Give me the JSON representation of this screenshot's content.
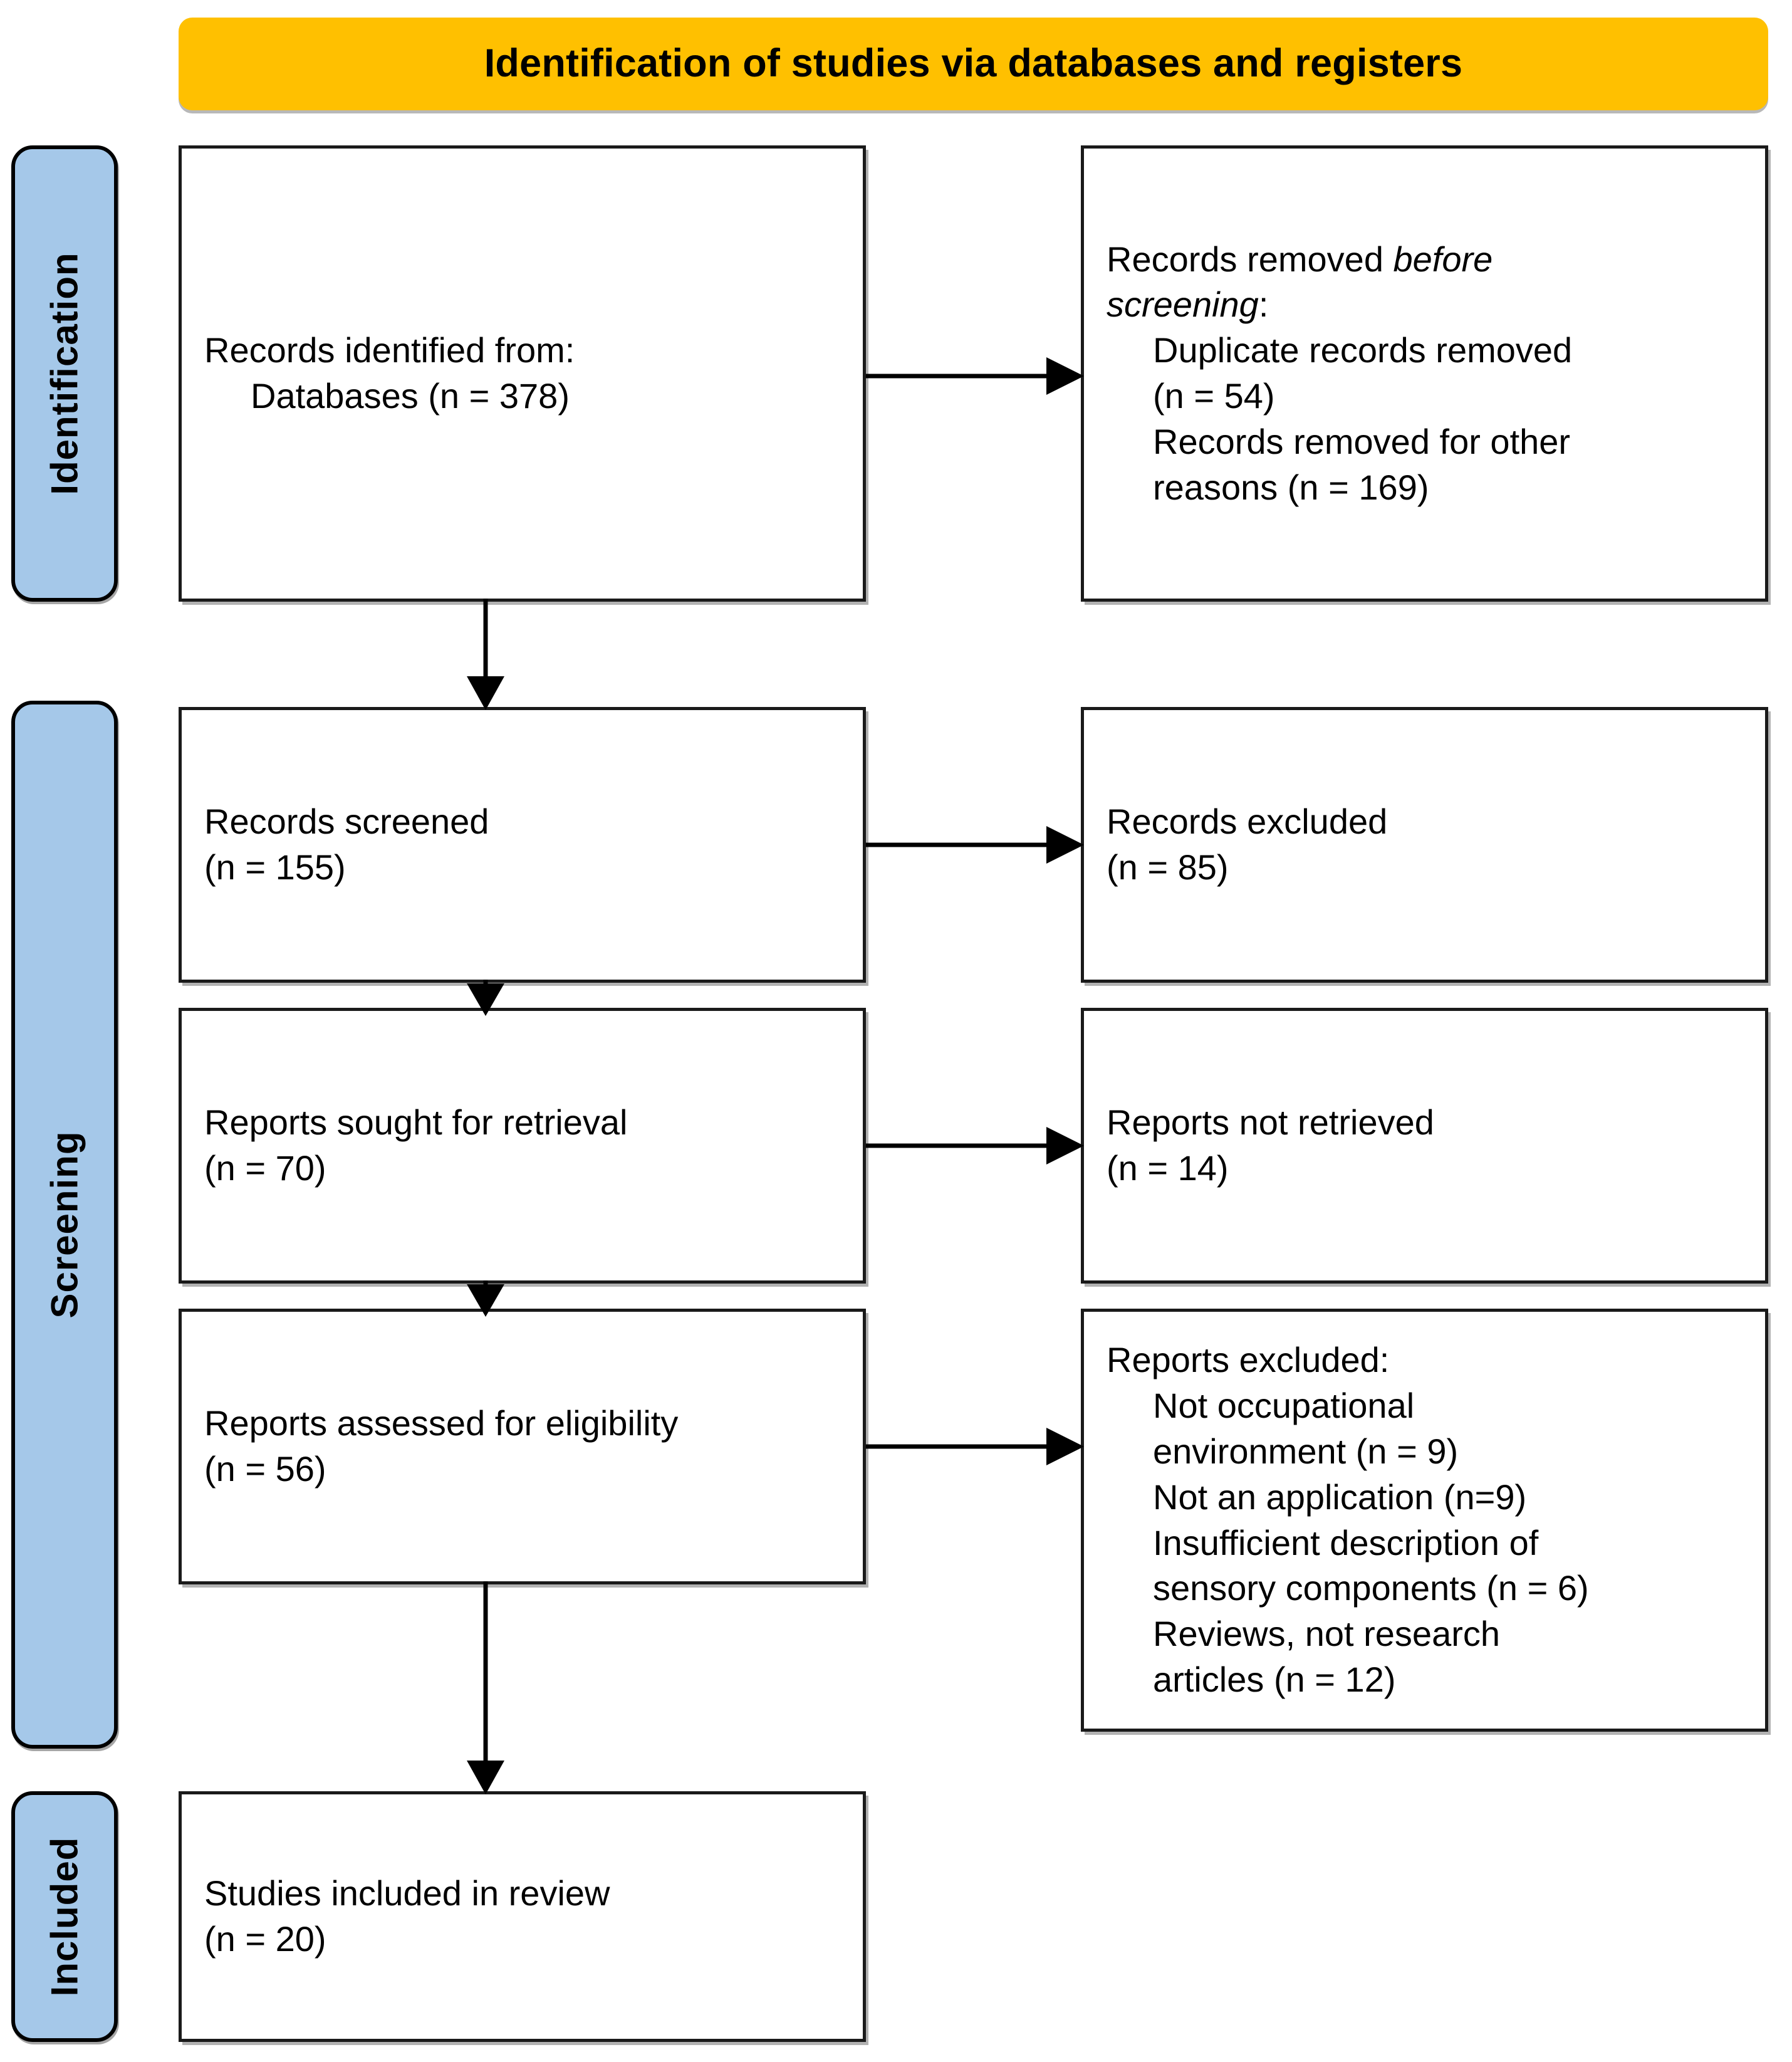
{
  "header": {
    "title": "Identification of studies via databases and registers",
    "accent_color": "#FFC000"
  },
  "stages": {
    "stage_color": "#A5C8E9",
    "items": [
      {
        "id": "identification",
        "label": "Identification"
      },
      {
        "id": "screening",
        "label": "Screening"
      },
      {
        "id": "included",
        "label": "Included"
      }
    ]
  },
  "boxes": {
    "identified": {
      "line1": "Records identified from:",
      "line2": "Databases (n = 378)"
    },
    "removed_before_screening": {
      "line1_prefix": "Records removed ",
      "line1_italic": "before",
      "line2_italic": "screening",
      "line2_suffix": ":",
      "item1_a": "Duplicate records removed",
      "item1_b": "(n = 54)",
      "item2_a": "Records removed for other",
      "item2_b": "reasons (n = 169)"
    },
    "screened": {
      "line1": "Records screened",
      "line2": "(n = 155)"
    },
    "excluded": {
      "line1": "Records excluded",
      "line2": "(n = 85)"
    },
    "sought": {
      "line1": "Reports sought for retrieval",
      "line2": "(n = 70)"
    },
    "not_retrieved": {
      "line1": "Reports not retrieved",
      "line2": "(n = 14)"
    },
    "assessed": {
      "line1": "Reports assessed for eligibility",
      "line2": "(n = 56)"
    },
    "reports_excluded": {
      "heading": "Reports excluded:",
      "item1_a": "Not occupational",
      "item1_b": "environment (n = 9)",
      "item2": "Not an application (n=9)",
      "item3_a": "Insufficient description of",
      "item3_b": "sensory components (n = 6)",
      "item4_a": "Reviews, not research",
      "item4_b": "articles (n = 12)"
    },
    "studies_included": {
      "line1": "Studies included in review",
      "line2": "(n = 20)"
    }
  },
  "flow_data": {
    "type": "prisma-flow-diagram",
    "title": "Identification of studies via databases and registers",
    "nodes": [
      {
        "id": "identified",
        "stage": "Identification",
        "column": "left",
        "label": "Records identified from: Databases",
        "n": 378
      },
      {
        "id": "removed_before_screening",
        "stage": "Identification",
        "column": "right",
        "label": "Records removed before screening",
        "children": [
          {
            "label": "Duplicate records removed",
            "n": 54
          },
          {
            "label": "Records removed for other reasons",
            "n": 169
          }
        ]
      },
      {
        "id": "screened",
        "stage": "Screening",
        "column": "left",
        "label": "Records screened",
        "n": 155
      },
      {
        "id": "excluded",
        "stage": "Screening",
        "column": "right",
        "label": "Records excluded",
        "n": 85
      },
      {
        "id": "sought",
        "stage": "Screening",
        "column": "left",
        "label": "Reports sought for retrieval",
        "n": 70
      },
      {
        "id": "not_retrieved",
        "stage": "Screening",
        "column": "right",
        "label": "Reports not retrieved",
        "n": 14
      },
      {
        "id": "assessed",
        "stage": "Screening",
        "column": "left",
        "label": "Reports assessed for eligibility",
        "n": 56
      },
      {
        "id": "reports_excluded",
        "stage": "Screening",
        "column": "right",
        "label": "Reports excluded",
        "children": [
          {
            "label": "Not occupational environment",
            "n": 9
          },
          {
            "label": "Not an application",
            "n": 9
          },
          {
            "label": "Insufficient description of sensory components",
            "n": 6
          },
          {
            "label": "Reviews, not research articles",
            "n": 12
          }
        ]
      },
      {
        "id": "studies_included",
        "stage": "Included",
        "column": "left",
        "label": "Studies included in review",
        "n": 20
      }
    ],
    "edges": [
      {
        "from": "identified",
        "to": "removed_before_screening",
        "direction": "right"
      },
      {
        "from": "identified",
        "to": "screened",
        "direction": "down"
      },
      {
        "from": "screened",
        "to": "excluded",
        "direction": "right"
      },
      {
        "from": "screened",
        "to": "sought",
        "direction": "down"
      },
      {
        "from": "sought",
        "to": "not_retrieved",
        "direction": "right"
      },
      {
        "from": "sought",
        "to": "assessed",
        "direction": "down"
      },
      {
        "from": "assessed",
        "to": "reports_excluded",
        "direction": "right"
      },
      {
        "from": "assessed",
        "to": "studies_included",
        "direction": "down"
      }
    ]
  }
}
